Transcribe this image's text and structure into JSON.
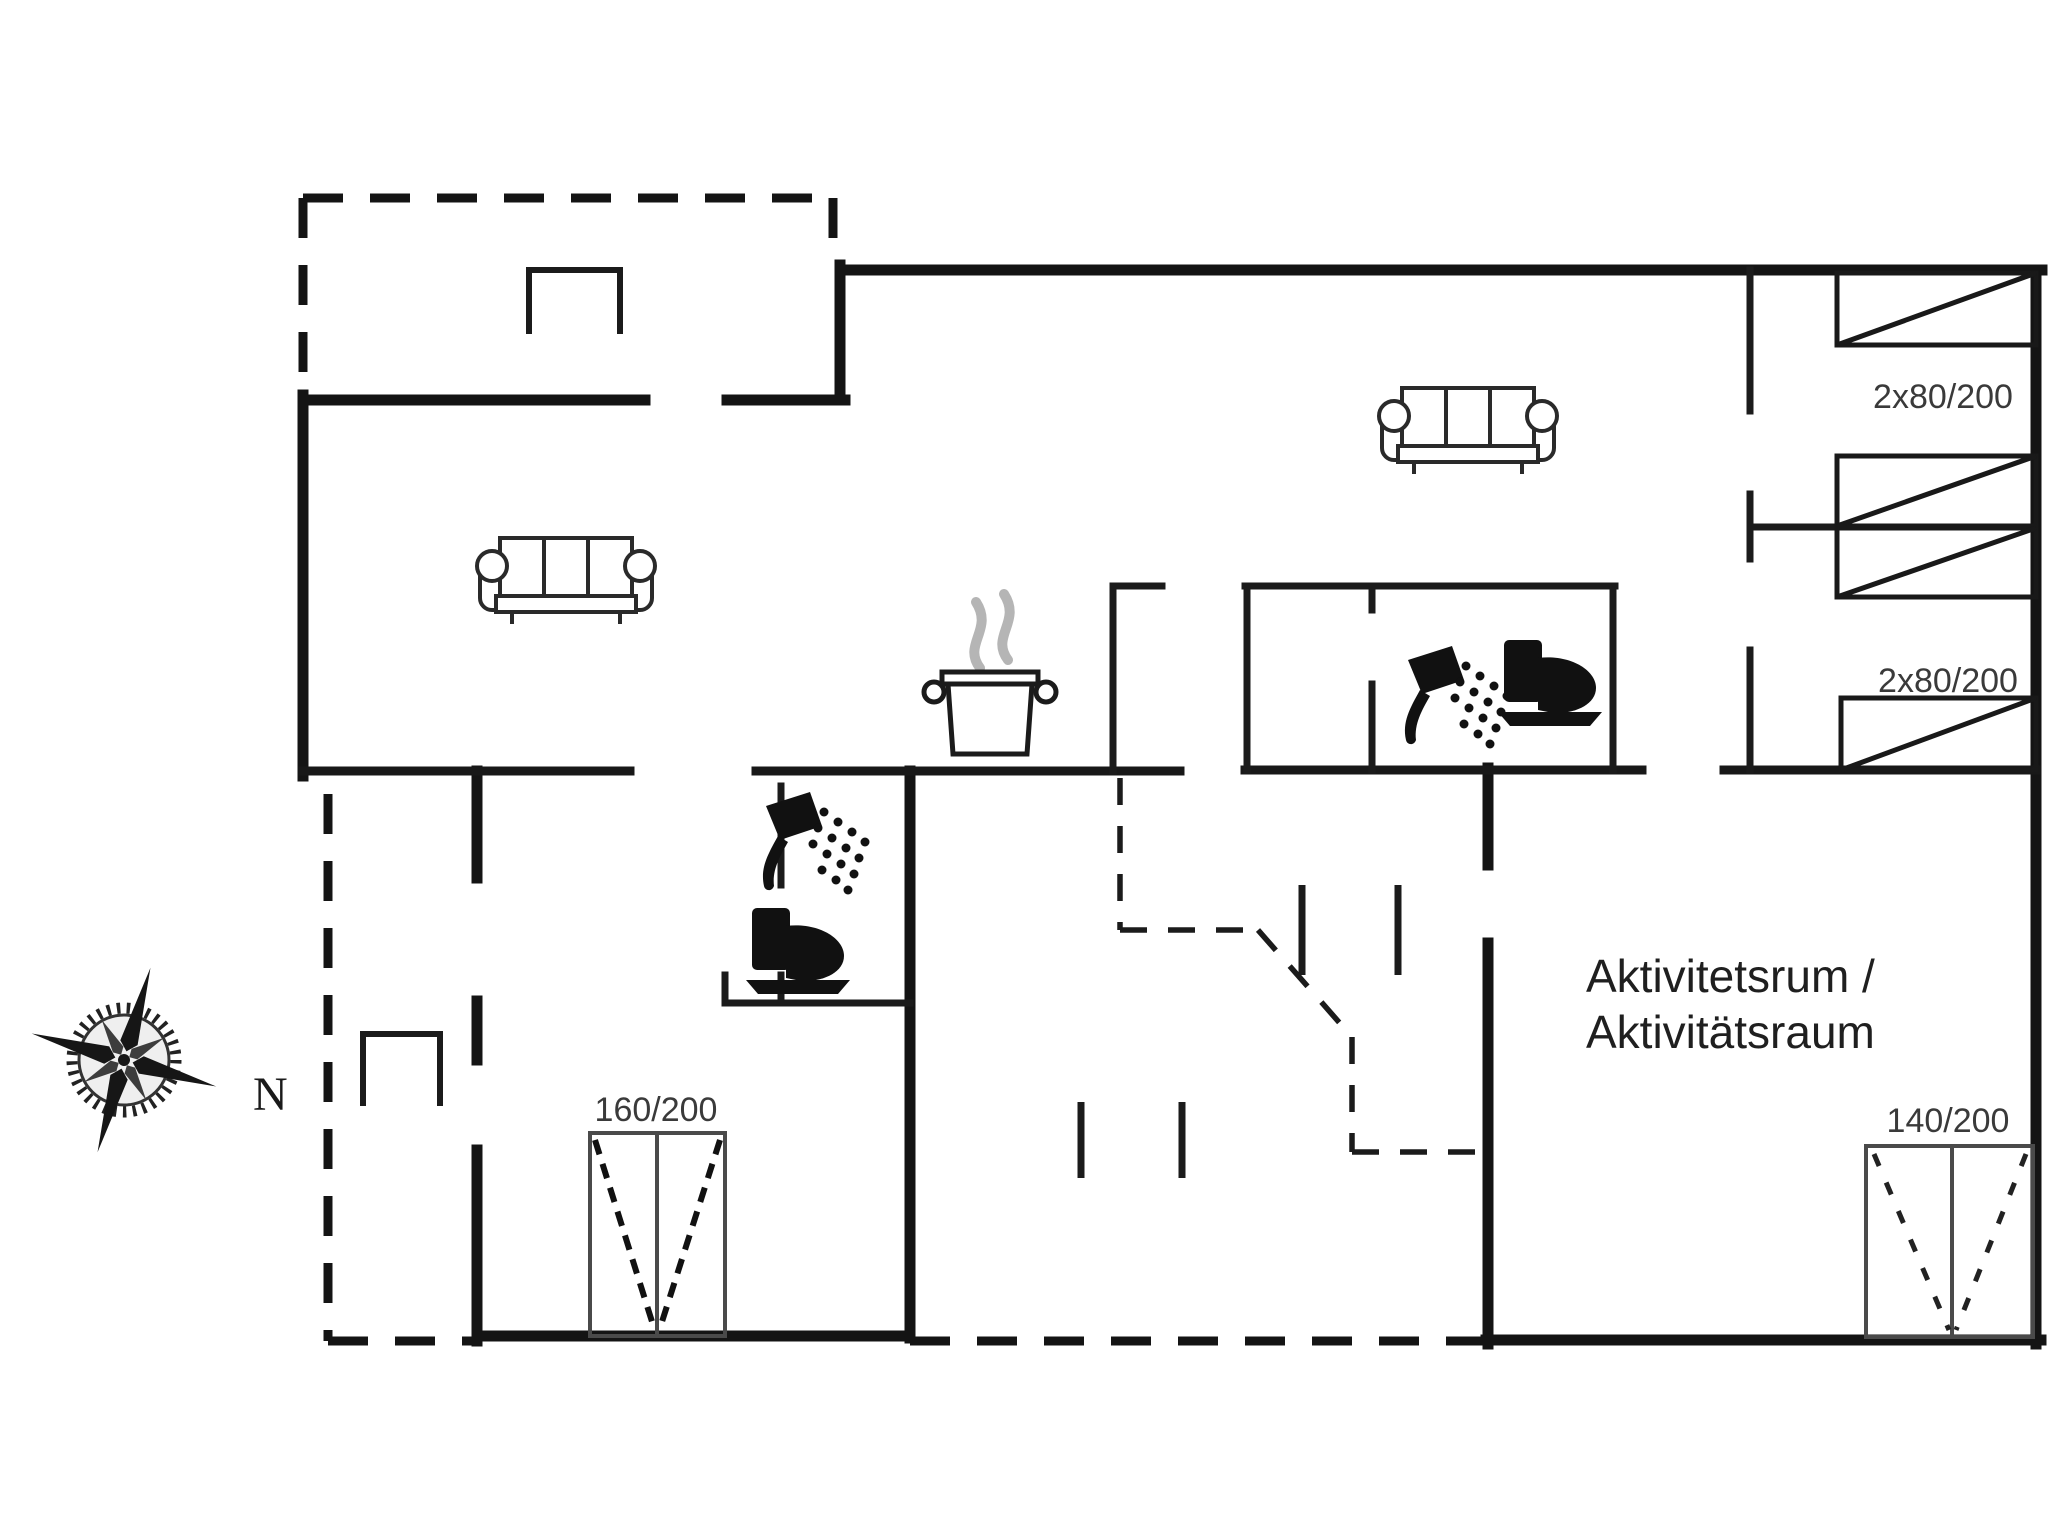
{
  "labels": {
    "bedroom_top_beds": "2x80/200",
    "bedroom_bottom_beds": "2x80/200",
    "double_bed_left": "160/200",
    "double_bed_right": "140/200",
    "activity_room_line1": "Aktivitetsrum /",
    "activity_room_line2": "Aktivitätsraum",
    "compass_north": "N"
  },
  "colors": {
    "walls": "#141414",
    "interior_walls": "#1b1b1b",
    "furniture_outline": "#2a2a2a",
    "bed_outline": "#4a4a4a",
    "steam": "#b5b5b5",
    "background": "#ffffff"
  },
  "icons": {
    "sofa": "sofa-icon",
    "cooking_pot": "cooking-pot-steam-icon",
    "shower": "shower-head-icon",
    "toilet": "toilet-icon",
    "compass": "compass-rose-icon",
    "terrace_furniture": "open-bench-icon"
  }
}
